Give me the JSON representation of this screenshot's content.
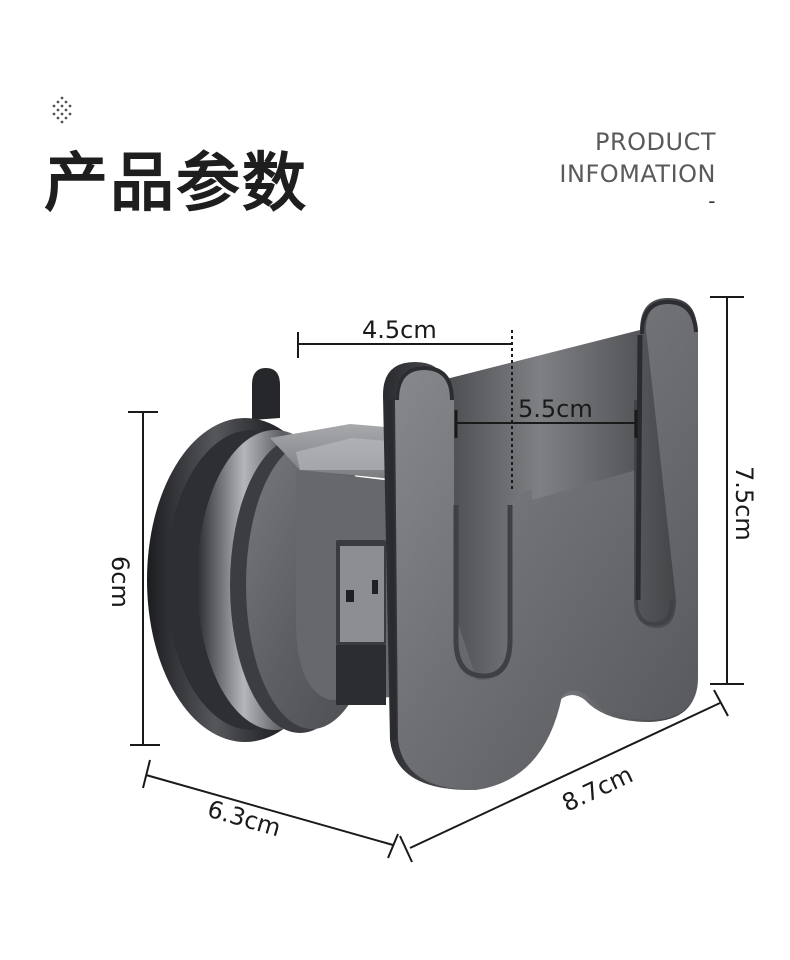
{
  "header": {
    "title_cn": "产品参数",
    "title_en_line1": "PRODUCT",
    "title_en_line2": "INFOMATION",
    "title_en_dash": "-",
    "decor_icon": "dot-diamond-icon"
  },
  "product": {
    "description": "Suction-cup wall mount with W-shaped double hook and USB plug holder",
    "colors": {
      "metal_dark": "#2b2c2f",
      "metal_mid": "#6d6f73",
      "metal_light": "#a3a5a8",
      "accent_text": "#1a1a1a"
    }
  },
  "dimensions": {
    "hook_gap_top": "4.5cm",
    "hook_gap_inner": "5.5cm",
    "suction_height": "6cm",
    "total_height": "7.5cm",
    "depth": "6.3cm",
    "width": "8.7cm"
  }
}
